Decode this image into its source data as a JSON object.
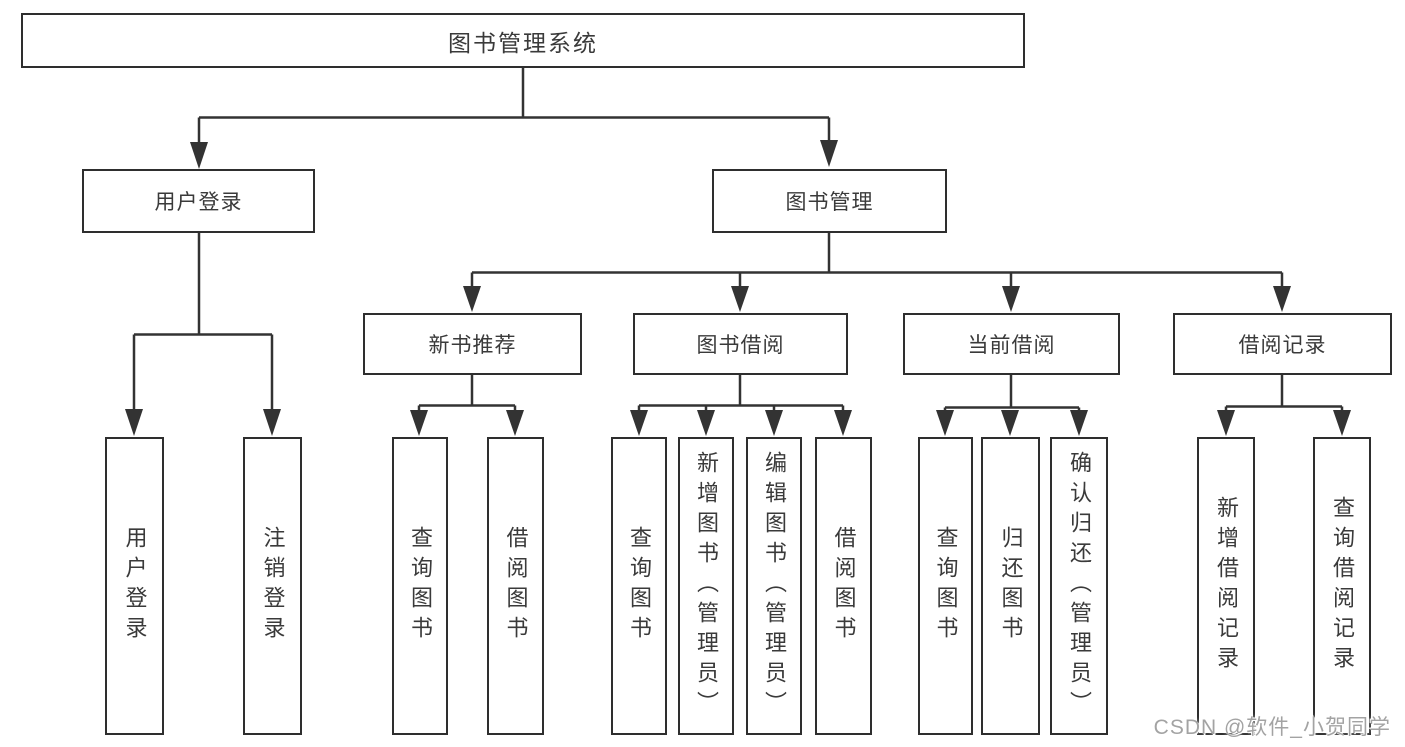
{
  "diagram": {
    "type": "hierarchy-tree",
    "title": "图书管理系统",
    "colors": {
      "line": "#333333",
      "box_border": "#2e2e2e",
      "box_fill": "#ffffff",
      "text": "#3a3a3a",
      "watermark": "#a3a3a3"
    },
    "nodes": {
      "root": {
        "label": "图书管理系统"
      },
      "user_login": {
        "label": "用户登录"
      },
      "book_mgmt": {
        "label": "图书管理"
      },
      "new_books": {
        "label": "新书推荐"
      },
      "book_borrow": {
        "label": "图书借阅"
      },
      "current_borrow": {
        "label": "当前借阅"
      },
      "borrow_records": {
        "label": "借阅记录"
      },
      "leaf_user_login": {
        "label": "用户登录"
      },
      "leaf_logout": {
        "label": "注销登录"
      },
      "leaf_nb_query": {
        "label": "查询图书"
      },
      "leaf_nb_borrow": {
        "label": "借阅图书"
      },
      "leaf_bb_query": {
        "label": "查询图书"
      },
      "leaf_bb_add": {
        "label": "新增图书（管理员）"
      },
      "leaf_bb_edit": {
        "label": "编辑图书（管理员）"
      },
      "leaf_bb_borrow": {
        "label": "借阅图书"
      },
      "leaf_cb_query": {
        "label": "查询图书"
      },
      "leaf_cb_return": {
        "label": "归还图书"
      },
      "leaf_cb_confirm": {
        "label": "确认归还（管理员）"
      },
      "leaf_br_add": {
        "label": "新增借阅记录"
      },
      "leaf_br_query": {
        "label": "查询借阅记录"
      }
    },
    "edges": [
      "root->user_login",
      "root->book_mgmt",
      "user_login->leaf_user_login",
      "user_login->leaf_logout",
      "book_mgmt->new_books",
      "book_mgmt->book_borrow",
      "book_mgmt->current_borrow",
      "book_mgmt->borrow_records",
      "new_books->leaf_nb_query",
      "new_books->leaf_nb_borrow",
      "book_borrow->leaf_bb_query",
      "book_borrow->leaf_bb_add",
      "book_borrow->leaf_bb_edit",
      "book_borrow->leaf_bb_borrow",
      "current_borrow->leaf_cb_query",
      "current_borrow->leaf_cb_return",
      "current_borrow->leaf_cb_confirm",
      "borrow_records->leaf_br_add",
      "borrow_records->leaf_br_query"
    ],
    "watermark": "CSDN @软件_小贺同学"
  }
}
